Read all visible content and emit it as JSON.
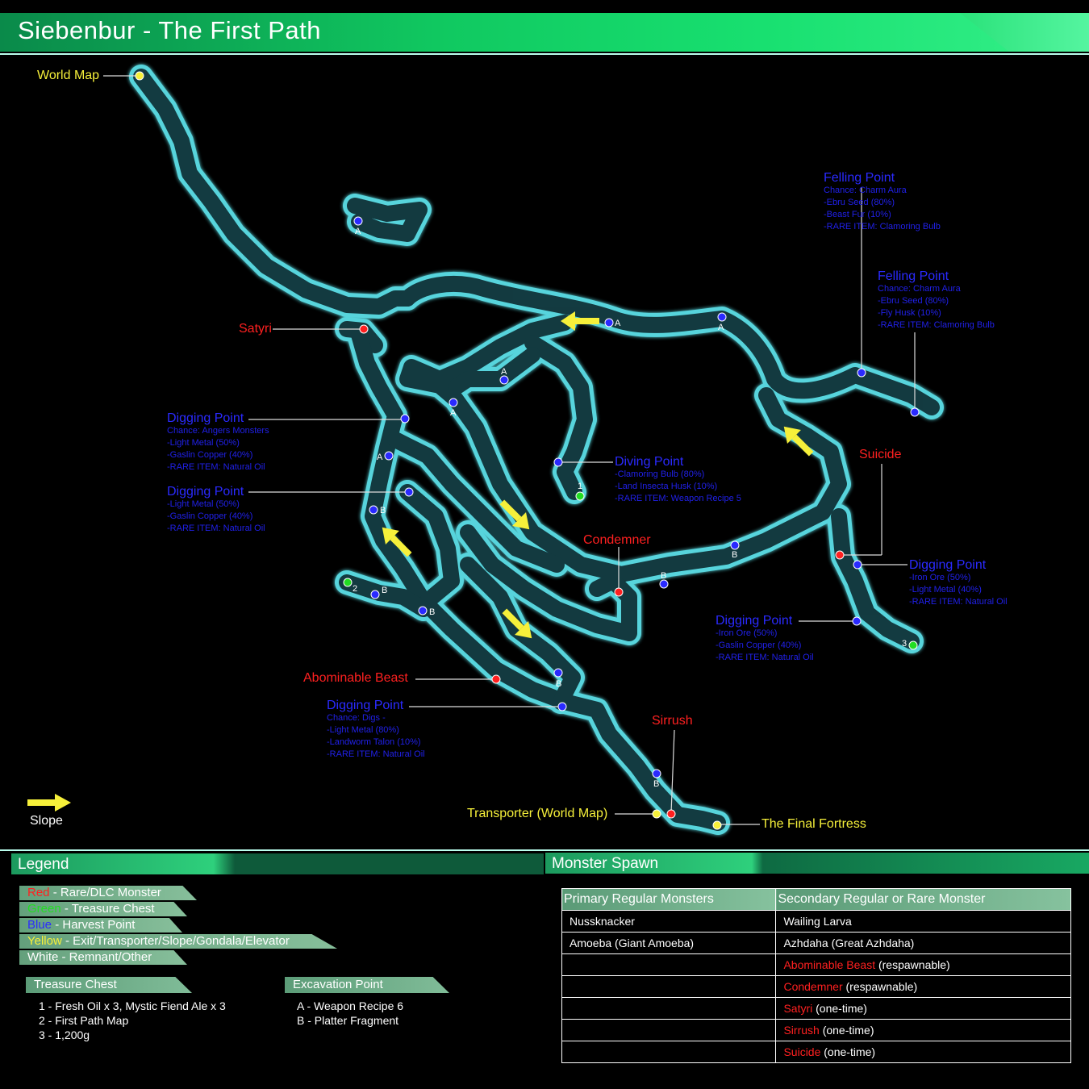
{
  "header": {
    "title": "Siebenbur - The First Path"
  },
  "map": {
    "yellow_labels": {
      "world_map": "World Map",
      "transporter": "Transporter (World Map)",
      "final_fortress": "The Final Fortress",
      "slope": "Slope"
    },
    "red_labels": {
      "satyri": "Satyri",
      "condemner": "Condemner",
      "suicide": "Suicide",
      "abominable_beast": "Abominable Beast",
      "sirrush": "Sirrush"
    },
    "harvest_points": [
      {
        "title": "Felling Point",
        "lines": [
          "Chance: Charm Aura",
          "-Ebru Seed (80%)",
          "-Beast Fur (10%)",
          "-RARE ITEM: Clamoring Bulb"
        ]
      },
      {
        "title": "Felling Point",
        "lines": [
          "Chance: Charm Aura",
          "-Ebru Seed (80%)",
          "-Fly Husk (10%)",
          "-RARE ITEM: Clamoring Bulb"
        ]
      },
      {
        "title": "Digging Point",
        "lines": [
          "Chance: Angers Monsters",
          "-Light Metal (50%)",
          "-Gaslin Copper (40%)",
          "-RARE ITEM: Natural Oil"
        ]
      },
      {
        "title": "Digging Point",
        "lines": [
          "-Light Metal (50%)",
          "-Gaslin Copper (40%)",
          "-RARE ITEM: Natural Oil"
        ]
      },
      {
        "title": "Diving Point",
        "lines": [
          "-Clamoring Bulb (80%)",
          "-Land Insecta Husk (10%)",
          "-RARE ITEM: Weapon Recipe 5"
        ]
      },
      {
        "title": "Digging Point",
        "lines": [
          "-Iron Ore (50%)",
          "-Light Metal (40%)",
          "-RARE ITEM: Natural Oil"
        ]
      },
      {
        "title": "Digging Point",
        "lines": [
          "-Iron Ore (50%)",
          "-Gaslin Copper (40%)",
          "-RARE ITEM: Natural Oil"
        ]
      },
      {
        "title": "Digging Point",
        "lines": [
          "Chance: Digs -",
          "-Light Metal (80%)",
          "-Landworm Talon (10%)",
          "-RARE ITEM: Natural Oil"
        ]
      }
    ]
  },
  "legend": {
    "title": "Legend",
    "items": [
      {
        "key": "Red",
        "text": " - Rare/DLC Monster"
      },
      {
        "key": "Green",
        "text": " - Treasure Chest"
      },
      {
        "key": "Blue",
        "text": " - Harvest Point"
      },
      {
        "key": "Yellow",
        "text": " - Exit/Transporter/Slope/Gondala/Elevator"
      },
      {
        "key": "White",
        "text": " - Remnant/Other"
      }
    ]
  },
  "treasure": {
    "title": "Treasure Chest",
    "items": [
      "1 - Fresh Oil x 3, Mystic Fiend Ale x 3",
      "2 - First Path Map",
      "3 - 1,200g"
    ]
  },
  "excavation": {
    "title": "Excavation Point",
    "items": [
      "A - Weapon Recipe 6",
      "B - Platter Fragment"
    ]
  },
  "spawn": {
    "title": "Monster Spawn",
    "col1": "Primary Regular Monsters",
    "col2": "Secondary Regular or Rare Monster",
    "primary": [
      "Nussknacker",
      "Amoeba (Giant Amoeba)",
      "",
      "",
      "",
      "",
      ""
    ],
    "secondary": [
      {
        "name": "Wailing Larva",
        "note": ""
      },
      {
        "name": "Azhdaha (Great Azhdaha)",
        "note": ""
      },
      {
        "name": "Abominable Beast",
        "note": " (respawnable)",
        "rare": true
      },
      {
        "name": "Condemner",
        "note": " (respawnable)",
        "rare": true
      },
      {
        "name": "Satyri",
        "note": " (one-time)",
        "rare": true
      },
      {
        "name": "Sirrush",
        "note": " (one-time)",
        "rare": true
      },
      {
        "name": "Suicide",
        "note": " (one-time)",
        "rare": true
      }
    ]
  },
  "colors": {
    "red": "#ff2020",
    "green": "#22dd22",
    "blue": "#2a2aff",
    "yellow": "#f6f03a",
    "path_glow": "#5ce0e8"
  }
}
